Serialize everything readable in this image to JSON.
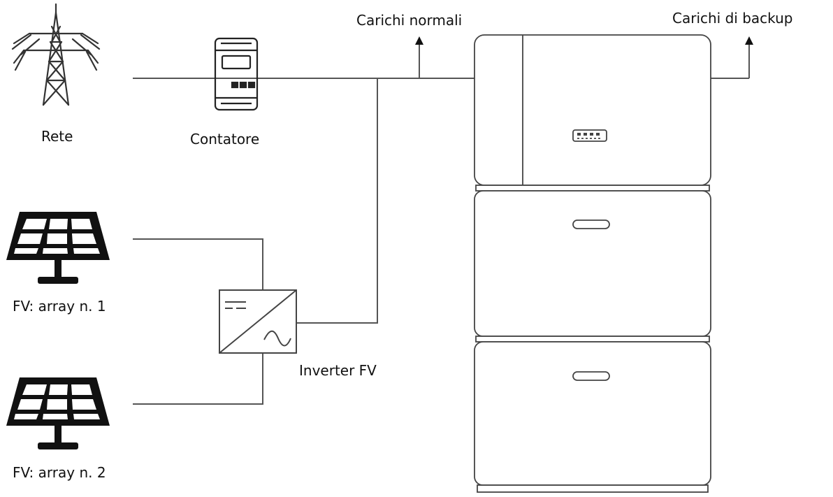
{
  "labels": {
    "grid": "Rete",
    "meter": "Contatore",
    "normal_loads": "Carichi normali",
    "backup_loads": "Carichi di backup",
    "pv_array_1": "FV: array n. 1",
    "pv_array_2": "FV: array n. 2",
    "pv_inverter": "Inverter FV"
  },
  "colors": {
    "line": "#555555",
    "ink": "#111111",
    "background": "#ffffff"
  },
  "icons": {
    "grid": "transmission-tower-icon",
    "meter": "energy-meter-icon",
    "solar": "solar-panel-icon",
    "inverter": "dc-ac-inverter-icon",
    "breaker": "circuit-breaker-icon",
    "battery": "battery-storage-system"
  }
}
